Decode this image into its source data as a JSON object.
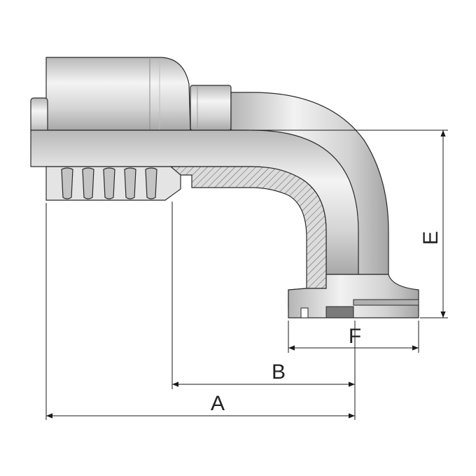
{
  "dimensions": {
    "a": "A",
    "b": "B",
    "e": "E",
    "f": "F"
  },
  "colors": {
    "line": "#1a1a1a",
    "metal_light": "#ececec",
    "metal_mid": "#cfcfcf",
    "metal_dark": "#9a9a9a",
    "section_fill": "#d9d9d9"
  }
}
